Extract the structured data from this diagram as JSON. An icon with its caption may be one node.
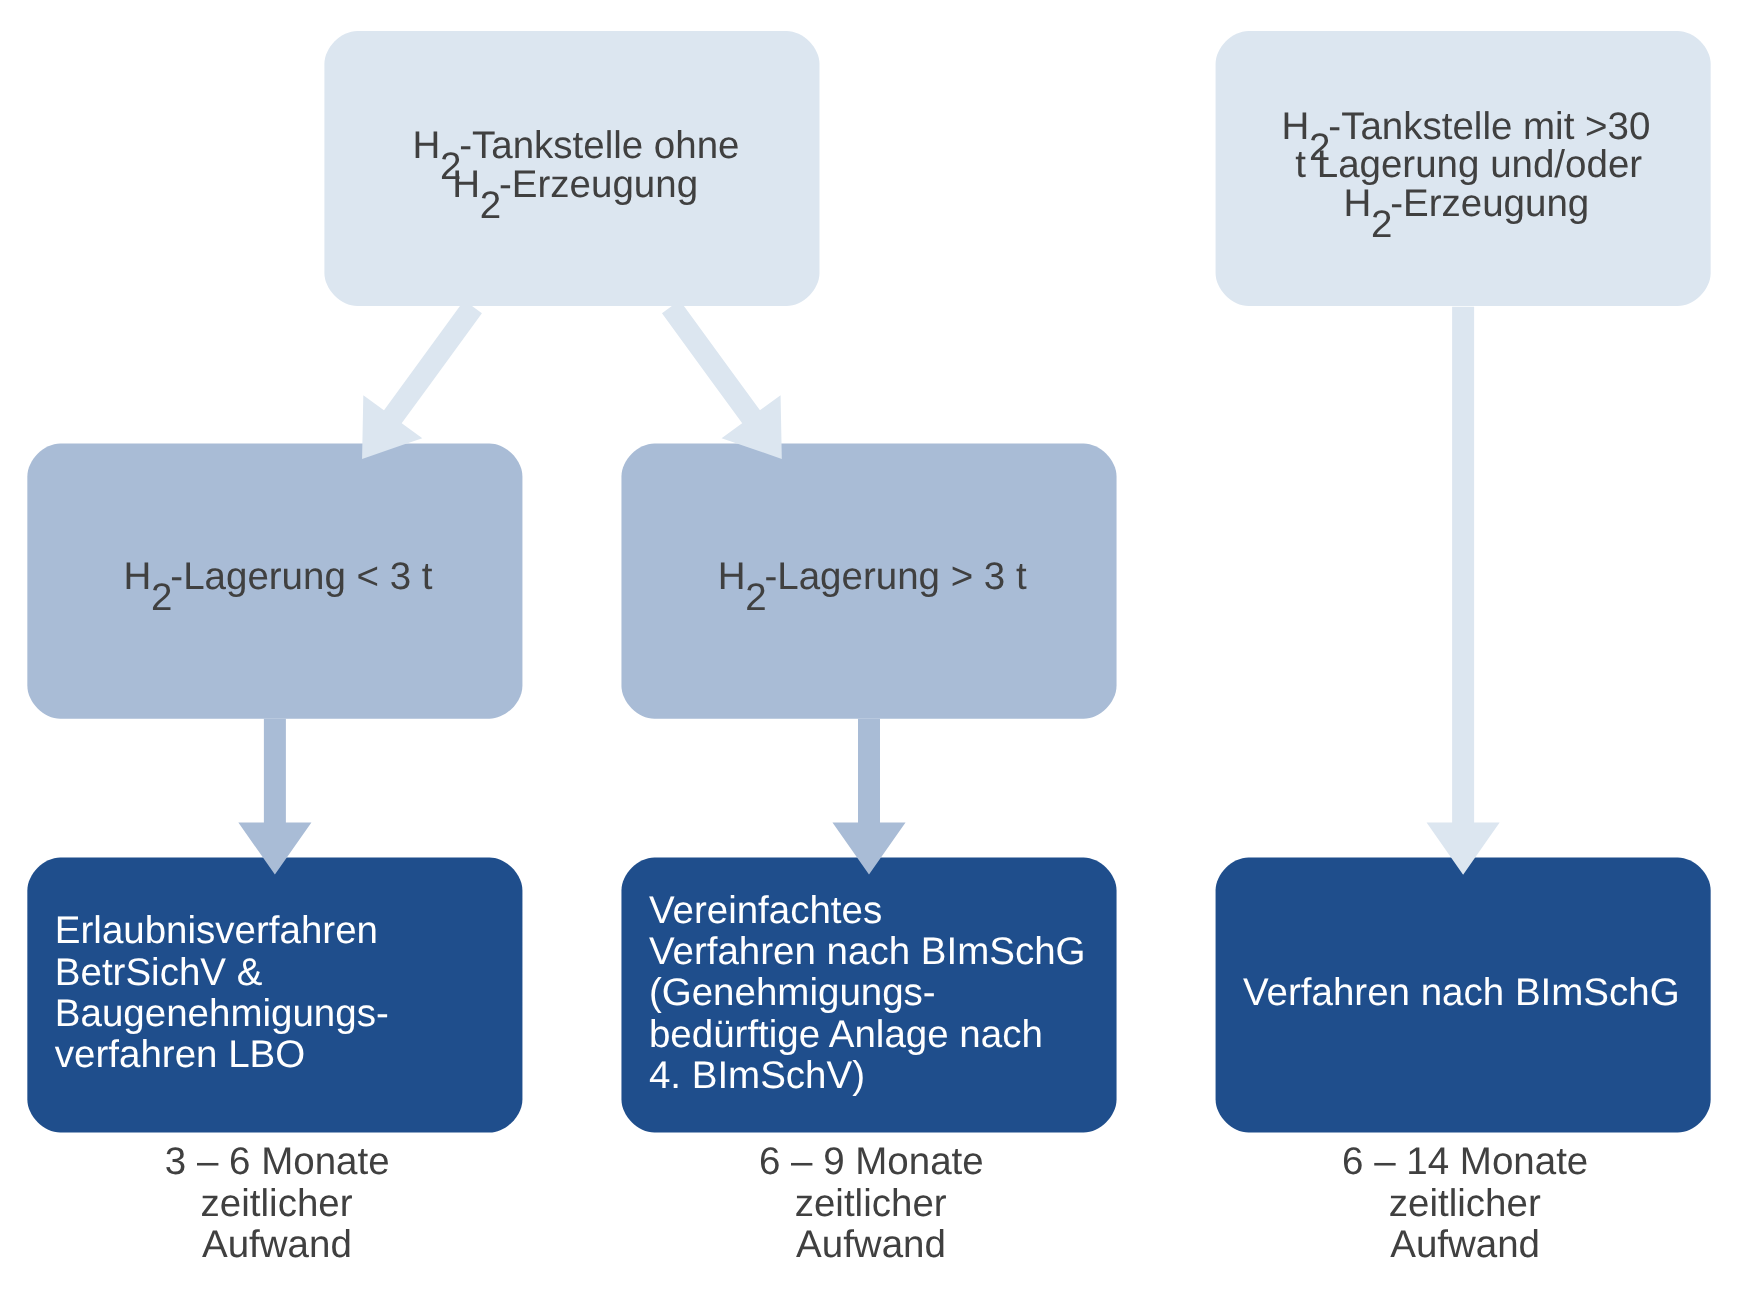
{
  "diagram": {
    "nodes": [
      {
        "text": [
          "H$_{2}$-Tankstelle ohne H$_{2}$-Erzeugung"
        ]
      },
      {
        "text": [
          "H$_{2}$-Tankstelle mit >30 t Lagerung und/oder H$_{2}$-Erzeugung"
        ]
      },
      {
        "text": [
          "H$_{2}$-Lagerung < 3 t"
        ]
      },
      {
        "text": [
          "H$_{2}$-Lagerung > 3 t"
        ]
      },
      {
        "text": [
          "Erlaubnisverfahren BetrSichV & Baugenehmigungs- verfahren LBO"
        ],
        "beside": [
          "3 – 6 Monate zeitlicher Aufwand"
        ]
      },
      {
        "text": [
          "Vereinfachtes Verfahren nach BImSchG (Genehmigungs- bedürftige Anlage nach 4. BImSchV)"
        ],
        "beside": [
          "6 – 9 Monate zeitlicher Aufwand"
        ]
      },
      {
        "text": [
          "Verfahren nach BImSchG"
        ],
        "beside": [
          "6 – 14 Monate zeitlicher Aufwand"
        ]
      }
    ],
    "edges": [
      {
        "from": 0,
        "to": 2,
        "arrow": "to"
      },
      {
        "from": 0,
        "to": 3,
        "arrow": "to"
      },
      {
        "from": 2,
        "to": 4,
        "arrow": "to",
        "color": "#a9bcd6"
      },
      {
        "from": 3,
        "to": 5,
        "arrow": "to",
        "color": "#a9bcd6"
      },
      {
        "from": 1,
        "to": 6,
        "arrow": "to"
      }
    ]
  }
}
